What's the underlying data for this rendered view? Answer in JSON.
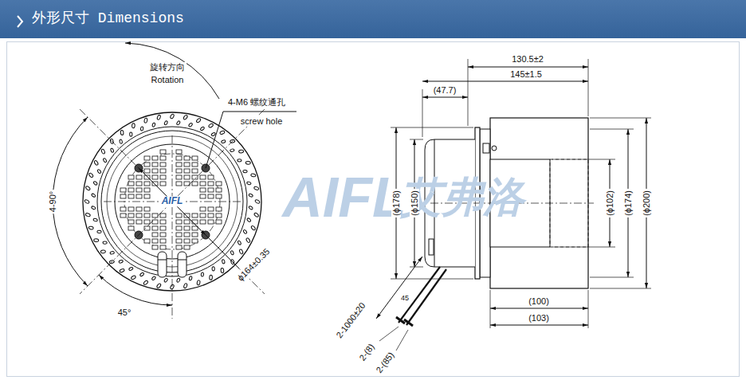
{
  "diagram": {
    "title": "外形尺寸 Dimensions",
    "labels": [
      "旋转方向",
      "Rotation",
      "4-M6 螺纹通孔",
      "screw hole",
      "4-90°",
      "45°",
      "ϕ164±0.35",
      "AIFL",
      "130.5±2",
      "145±1.5",
      "(47.7)",
      "(ϕ178)",
      "(ϕ150)",
      "(ϕ102)",
      "(ϕ174)",
      "(ϕ200)",
      "(100)",
      "(103)",
      "2-1000±20",
      "2-(8)",
      "2-(85)",
      "45",
      "AIFL",
      "艾弗洛"
    ]
  }
}
